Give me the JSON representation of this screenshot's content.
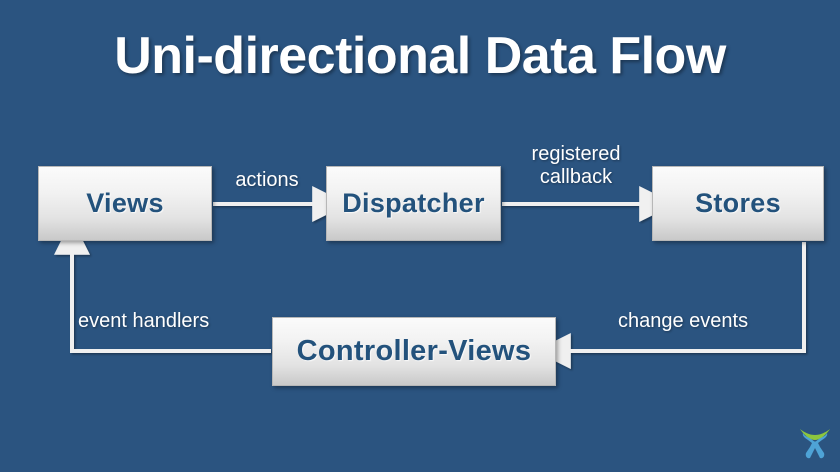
{
  "slide": {
    "title": "Uni-directional Data Flow",
    "background_color": "#2b5480",
    "title_color": "#ffffff",
    "node_text_color": "#23527c",
    "arrow_color": "#f0f0f0",
    "logo_green": "#8cc63e",
    "logo_blue": "#4ea3d6"
  },
  "nodes": [
    {
      "id": "views",
      "label": "Views"
    },
    {
      "id": "dispatcher",
      "label": "Dispatcher"
    },
    {
      "id": "stores",
      "label": "Stores"
    },
    {
      "id": "controller_views",
      "label": "Controller-Views"
    }
  ],
  "edges": [
    {
      "id": "views_to_dispatcher",
      "label": "actions",
      "from": "views",
      "to": "dispatcher"
    },
    {
      "id": "dispatcher_to_stores",
      "label": "registered\ncallback",
      "from": "dispatcher",
      "to": "stores"
    },
    {
      "id": "stores_to_controller_views",
      "label": "change events",
      "from": "stores",
      "to": "controller_views"
    },
    {
      "id": "controller_views_to_views",
      "label": "event handlers",
      "from": "controller_views",
      "to": "views"
    }
  ],
  "logo": {
    "name": "company-logo"
  }
}
